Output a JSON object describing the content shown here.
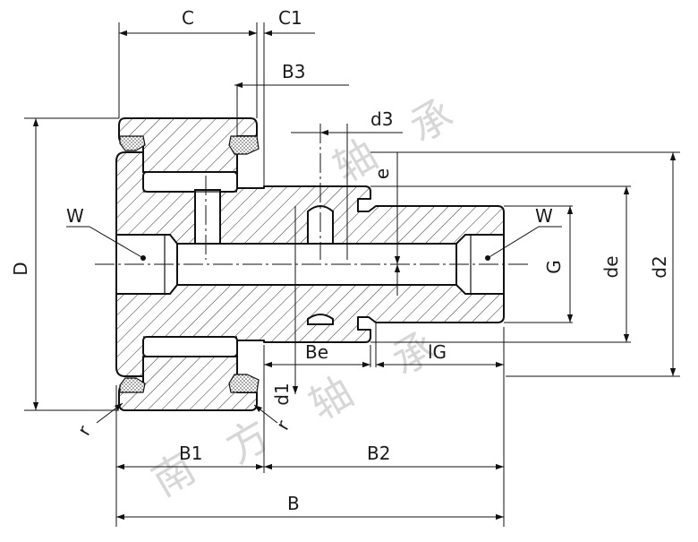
{
  "labels": {
    "C": "C",
    "C1": "C1",
    "B3": "B3",
    "d3": "d3",
    "e": "e",
    "W_left": "W",
    "W_right": "W",
    "D": "D",
    "G": "G",
    "de": "de",
    "d2": "d2",
    "Be": "Be",
    "lG": "lG",
    "d1": "d1",
    "r_left": "r",
    "r_right": "r",
    "B1": "B1",
    "B2": "B2",
    "B": "B"
  },
  "watermark": {
    "chars": [
      "南",
      "方",
      "轴",
      "承"
    ]
  }
}
